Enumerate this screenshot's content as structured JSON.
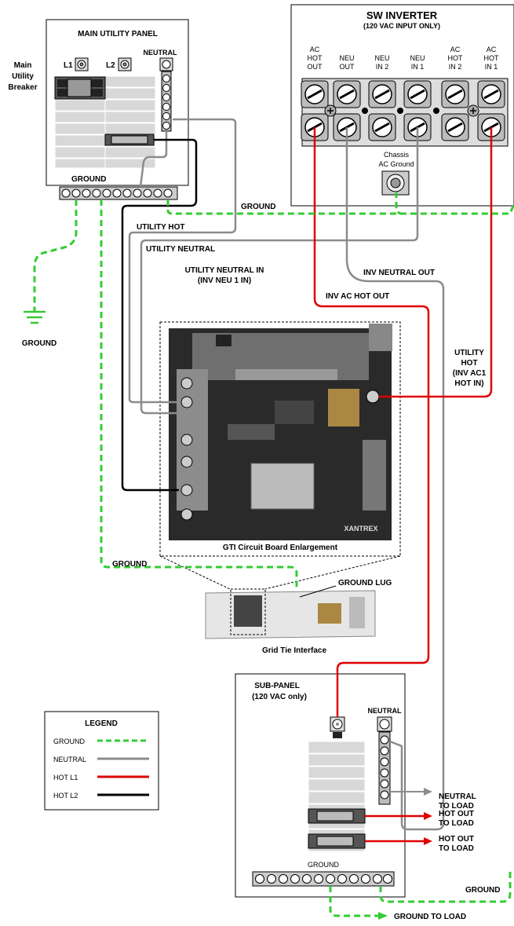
{
  "main_panel": {
    "title": "MAIN UTILITY PANEL",
    "side_label_1": "Main",
    "side_label_2": "Utility",
    "side_label_3": "Breaker",
    "l1": "L1",
    "l2": "L2",
    "neutral": "NEUTRAL",
    "ground": "GROUND"
  },
  "inverter": {
    "title": "SW INVERTER",
    "subtitle": "(120 VAC INPUT ONLY)",
    "terminals": [
      {
        "line1": "AC",
        "line2": "HOT",
        "line3": "OUT"
      },
      {
        "line1": "",
        "line2": "NEU",
        "line3": "OUT"
      },
      {
        "line1": "",
        "line2": "NEU",
        "line3": "IN 2"
      },
      {
        "line1": "",
        "line2": "NEU",
        "line3": "IN 1"
      },
      {
        "line1": "AC",
        "line2": "HOT",
        "line3": "IN 2"
      },
      {
        "line1": "AC",
        "line2": "HOT",
        "line3": "IN 1"
      }
    ],
    "chassis_1": "Chassis",
    "chassis_2": "AC Ground"
  },
  "wire_labels": {
    "ground_top": "GROUND",
    "utility_hot": "UTILITY HOT",
    "utility_neutral": "UTILITY NEUTRAL",
    "utility_neutral_in_1": "UTILITY NEUTRAL IN",
    "utility_neutral_in_2": "(INV NEU 1 IN)",
    "inv_neutral_out": "INV NEUTRAL OUT",
    "inv_ac_hot_out": "INV AC HOT OUT",
    "utility_hot_inv_1": "UTILITY",
    "utility_hot_inv_2": "HOT",
    "utility_hot_inv_3": "(INV AC1",
    "utility_hot_inv_4": "HOT IN)",
    "earth_ground": "GROUND",
    "ground_mid": "GROUND",
    "ground_lug": "GROUND LUG",
    "ground_bottom": "GROUND",
    "ground_to_load": "GROUND TO LOAD"
  },
  "gti": {
    "caption": "GTI Circuit Board Enlargement",
    "brand": "XANTREX",
    "interface_label": "Grid Tie Interface"
  },
  "sub_panel": {
    "title_1": "SUB-PANEL",
    "title_2": "(120 VAC only)",
    "neutral": "NEUTRAL",
    "ground": "GROUND",
    "neutral_to_load_1": "NEUTRAL",
    "neutral_to_load_2": "TO LOAD",
    "hot_out_1a": "HOT OUT",
    "hot_out_1b": "TO LOAD",
    "hot_out_2a": "HOT OUT",
    "hot_out_2b": "TO LOAD"
  },
  "legend": {
    "title": "LEGEND",
    "items": [
      {
        "label": "GROUND",
        "color": "#33cc33",
        "style": "dashed"
      },
      {
        "label": "NEUTRAL",
        "color": "#8c8c8c",
        "style": "solid"
      },
      {
        "label": "HOT L1",
        "color": "#e00000",
        "style": "solid"
      },
      {
        "label": "HOT L2",
        "color": "#000000",
        "style": "solid"
      }
    ]
  }
}
